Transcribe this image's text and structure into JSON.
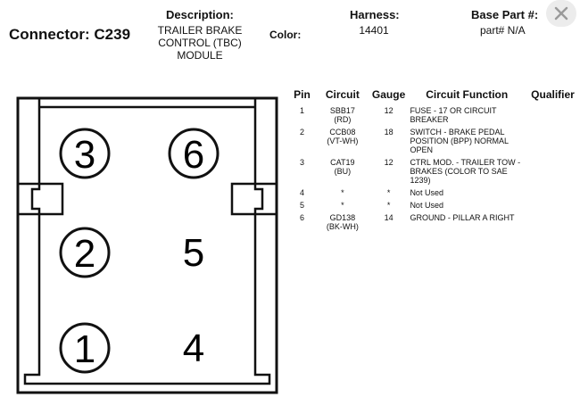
{
  "header": {
    "connector_title": "Connector: C239",
    "description_label": "Description:",
    "description_lines": [
      "TRAILER BRAKE",
      "CONTROL (TBC)",
      "MODULE"
    ],
    "color_label": "Color:",
    "harness_label": "Harness:",
    "harness_value": "14401",
    "base_part_label": "Base Part #:",
    "base_part_value": "part# N/A"
  },
  "close_icon": "close-x-icon",
  "connector": {
    "pins_circled": [
      "3",
      "6",
      "2",
      "1"
    ],
    "pins_plain": [
      "5",
      "4"
    ]
  },
  "table": {
    "headers": [
      "Pin",
      "Circuit",
      "Gauge",
      "Circuit Function",
      "Qualifier"
    ],
    "rows": [
      {
        "pin": "1",
        "circuit": "SBB17",
        "color": "(RD)",
        "gauge": "12",
        "function": "FUSE - 17 OR CIRCUIT BREAKER"
      },
      {
        "pin": "2",
        "circuit": "CCB08",
        "color": "(VT-WH)",
        "gauge": "18",
        "function": "SWITCH - BRAKE PEDAL POSITION (BPP) NORMAL OPEN"
      },
      {
        "pin": "3",
        "circuit": "CAT19",
        "color": "(BU)",
        "gauge": "12",
        "function": "CTRL MOD. - TRAILER TOW - BRAKES (COLOR TO SAE 1239)"
      },
      {
        "pin": "4",
        "circuit": "*",
        "color": "",
        "gauge": "*",
        "function": "Not Used"
      },
      {
        "pin": "5",
        "circuit": "*",
        "color": "",
        "gauge": "*",
        "function": "Not Used"
      },
      {
        "pin": "6",
        "circuit": "GD138",
        "color": "(BK-WH)",
        "gauge": "14",
        "function": "GROUND - PILLAR A RIGHT"
      }
    ]
  }
}
